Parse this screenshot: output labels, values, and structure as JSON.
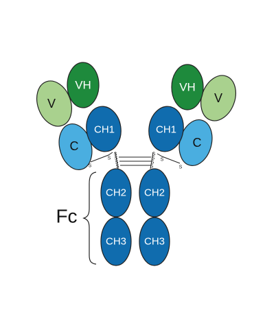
{
  "colors": {
    "light_green": "#a9d18e",
    "dark_green": "#1e8a3c",
    "light_blue": "#4aaee0",
    "dark_blue": "#106cae",
    "outline": "#222222"
  },
  "domains": {
    "left_v": "V",
    "left_vh": "VH",
    "left_c": "C",
    "left_ch1": "CH1",
    "right_vh": "VH",
    "right_v": "V",
    "right_ch1": "CH1",
    "right_c": "C",
    "left_ch2": "CH2",
    "right_ch2": "CH2",
    "left_ch3": "CH3",
    "right_ch3": "CH3"
  },
  "disulfide_label": "S",
  "fc_label": "Fc"
}
